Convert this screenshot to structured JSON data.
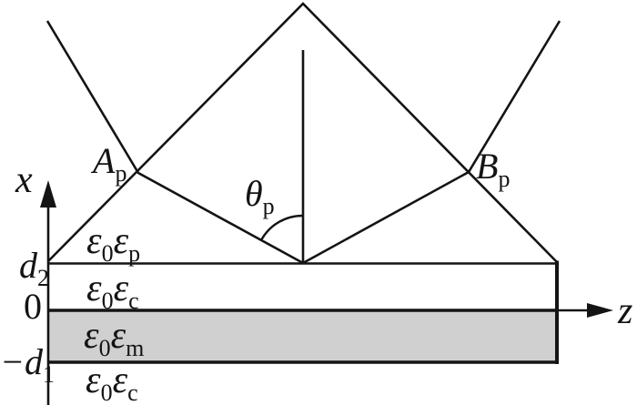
{
  "colors": {
    "background": "#ffffff",
    "ink": "#141414",
    "metal_layer_fill": "#d0d0d0"
  },
  "axes": {
    "x_label": "x",
    "z_label": "z",
    "origin_tick": "0",
    "d2_tick": {
      "main": "d",
      "sub": "2"
    },
    "minus_d1_tick": {
      "main": "−d",
      "sub": "1"
    }
  },
  "points": {
    "A": {
      "main": "A",
      "sub": "p"
    },
    "B": {
      "main": "B",
      "sub": "p"
    }
  },
  "angle_theta": {
    "main": "θ",
    "sub": "p"
  },
  "layers": {
    "prism": {
      "eps1": "ε",
      "sub1": "0",
      "eps2": "ε",
      "sub2": "p"
    },
    "cover_upper": {
      "eps1": "ε",
      "sub1": "0",
      "eps2": "ε",
      "sub2": "c"
    },
    "metal": {
      "eps1": "ε",
      "sub1": "0",
      "eps2": "ε",
      "sub2": "m"
    },
    "cover_lower": {
      "eps1": "ε",
      "sub1": "0",
      "eps2": "ε",
      "sub2": "c"
    }
  }
}
